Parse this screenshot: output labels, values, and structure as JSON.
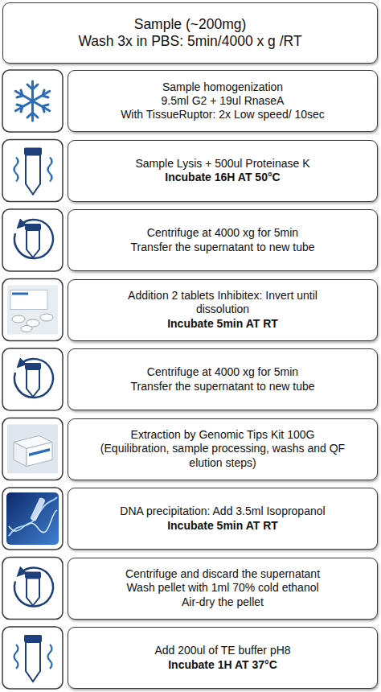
{
  "diagram": {
    "nodes": [
      {
        "text": [
          "Sample (~200mg)",
          "Wash 3x in PBS: 5min/4000 x g /RT"
        ]
      },
      {
        "text": [
          "Sample homogenization",
          "9.5ml G2 + 19ul RnaseA",
          "With TissueRuptor: 2x Low speed/ 10sec"
        ]
      },
      {
        "text": [
          "Sample Lysis + 500ul Proteinase K",
          "Incubate 16H AT 50°C"
        ]
      },
      {
        "text": [
          "Centrifuge at 4000 xg for 5min",
          "Transfer the supernatant to new tube"
        ]
      },
      {
        "text": [
          "Addition 2 tablets Inhibitex: Invert until dissolution",
          "Incubate 5min AT RT"
        ]
      },
      {
        "text": [
          "Centrifuge at 4000 xg for 5min",
          "Transfer the supernatant to new tube"
        ]
      },
      {
        "text": [
          "Extraction by Genomic Tips Kit 100G",
          "(Equilibration, sample processing, washs and QF elution steps)"
        ]
      },
      {
        "text": [
          "DNA precipitation: Add 3.5ml Isopropanol",
          "Incubate 5min AT RT"
        ]
      },
      {
        "text": [
          "Centrifuge and discard the supernatant",
          "Wash pellet with 1ml 70% cold ethanol",
          "Air-dry the pellet"
        ]
      },
      {
        "text": [
          "Add 200ul of TE buffer pH8",
          "Incubate 1H AT 37°C"
        ]
      }
    ]
  }
}
